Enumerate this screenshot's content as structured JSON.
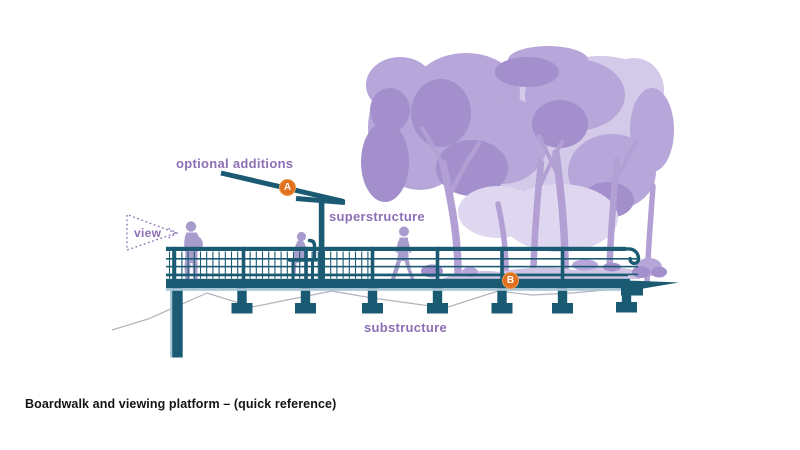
{
  "window": {
    "caption": "Boardwalk and viewing platform – (quick reference)"
  },
  "diagram": {
    "labels": {
      "optional_additions": "optional additions",
      "superstructure": "superstructure",
      "substructure": "substructure",
      "view": "view"
    },
    "markers": [
      {
        "label": "A"
      },
      {
        "label": "B"
      }
    ],
    "colors": {
      "structure_teal": "#1a5a72",
      "steel_light": "#a9c6d6",
      "label_purple": "#8c6fb4",
      "marker_orange": "#e0711e",
      "marker_ring": "#ef9d52",
      "foliage_light": "#d3c9e8",
      "foliage_mid": "#b7a6d9",
      "foliage_dark": "#a38fcc",
      "foliage_inner": "#ded7ef",
      "trunk_purple": "#b2a0d4",
      "ground_strip": "#cfc4e5",
      "people_purple": "#a79ccb",
      "ground_gray": "#b3b3bd",
      "caption_black": "#141414"
    }
  }
}
